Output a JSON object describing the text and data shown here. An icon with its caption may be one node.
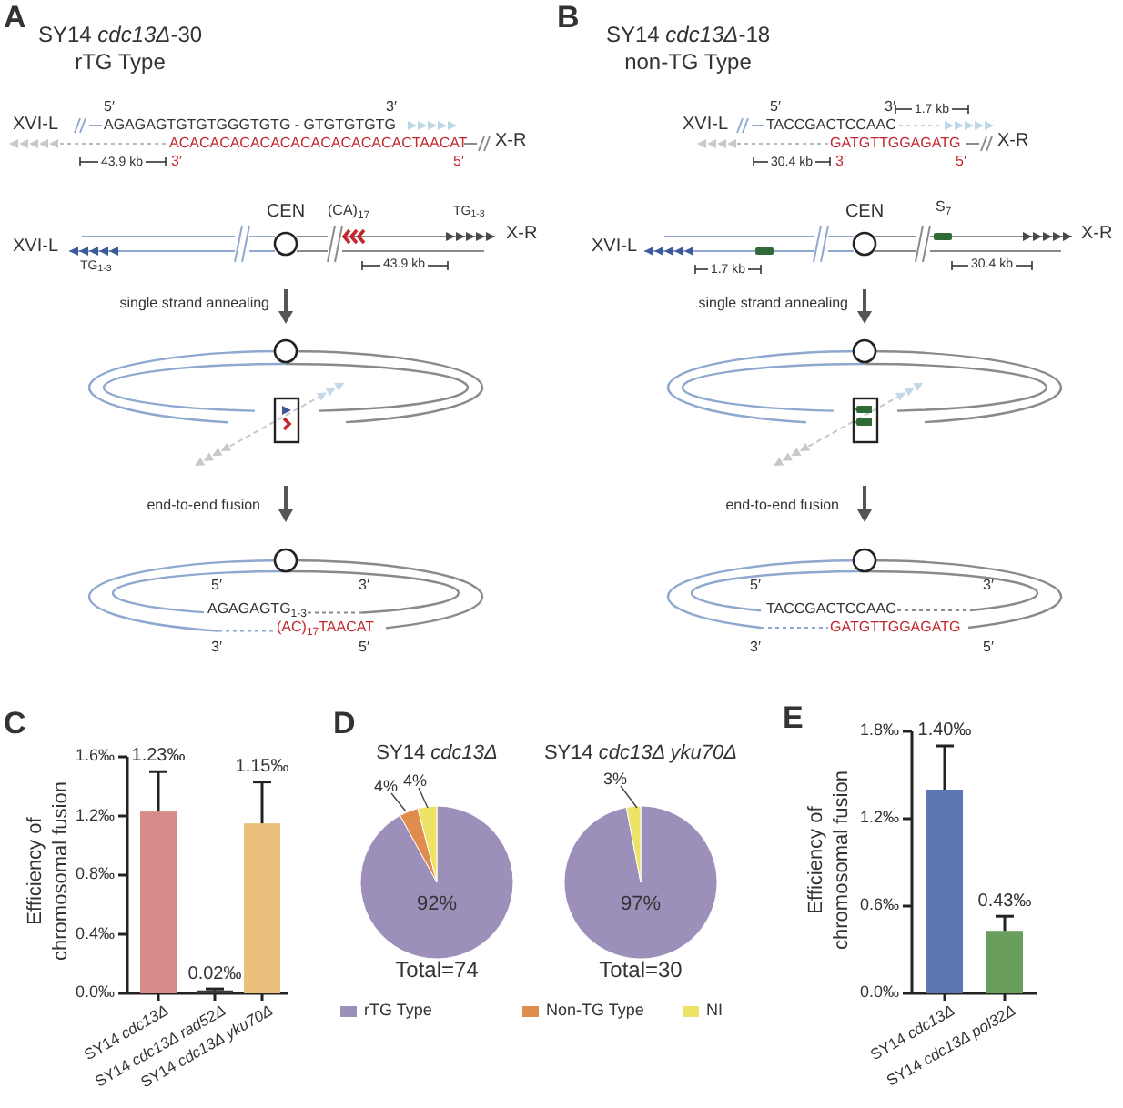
{
  "diagram": {
    "labels": [
      "A",
      "SY14 *cdc13Δ*-30",
      "rTG Type",
      "5′",
      "3′",
      "XVI-L",
      "AGAGAGTGTGTGGGTGTG - GTGTGTGTG",
      "ACACACACACACACACACACACACTAACAT",
      "X-R",
      "43.9 kb",
      "3′",
      "5′",
      "CEN",
      "(CA)$_{17}$",
      "TG$_{1-3}$",
      "XVI-L",
      "X-R",
      "TG$_{1-3}$",
      "43.9 kb",
      "single strand annealing",
      "end-to-end fusion",
      "5′",
      "3′",
      "AGAGAGTG$_{1-3}$",
      "(AC)$_{17}$TAACAT",
      "3′",
      "5′",
      "B",
      "SY14 *cdc13Δ*-18",
      "non-TG Type",
      "5′",
      "3′",
      "1.7 kb",
      "XVI-L",
      "TACCGACTCCAAC",
      "GATGTTGGAGATG",
      "X-R",
      "30.4 kb",
      "3′",
      "5′",
      "CEN",
      "S$_{7}$",
      "XVI-L",
      "X-R",
      "1.7 kb",
      "30.4 kb",
      "single strand annealing",
      "end-to-end fusion",
      "5′",
      "3′",
      "TACCGACTCCAAC",
      "GATGTTGGAGATG",
      "3′",
      "5′",
      "C",
      "D",
      "E"
    ],
    "legend": [
      {
        "text": "rTG Type",
        "color": "#9c90bb"
      },
      {
        "text": "Non-TG Type",
        "color": "#df8c4c"
      },
      {
        "text": "NI",
        "color": "#ede467"
      }
    ],
    "chart_data": [
      {
        "type": "bar",
        "ylabel": "Efficiency of chromosomal fusion",
        "categories": [
          "SY14 *cdc13Δ*",
          "SY14 *cdc13Δ rad52Δ*",
          "SY14 *cdc13Δ yku70Δ*"
        ],
        "values": [
          1.23,
          0.02,
          1.15
        ],
        "colors": [
          "#d68b88",
          "#3a3a3a",
          "#e9c17c"
        ],
        "errors": [
          0.27,
          0.01,
          0.28
        ],
        "ylim": [
          0,
          1.6
        ],
        "yticks": [
          {
            "value": 0,
            "label": "0.0‰"
          },
          {
            "value": 0.4,
            "label": "0.4‰"
          },
          {
            "value": 0.8,
            "label": "0.8‰"
          },
          {
            "value": 1.2,
            "label": "1.2‰"
          },
          {
            "value": 1.6,
            "label": "1.6‰"
          }
        ],
        "value_labels": [
          "1.23‰",
          "0.02‰",
          "1.15‰"
        ]
      },
      {
        "type": "pie",
        "title": "SY14 *cdc13Δ*",
        "values": [
          92,
          4,
          4
        ],
        "value_labels": [
          "92%",
          "4%",
          "4%"
        ],
        "annotations": [
          "Total=74"
        ]
      },
      {
        "type": "pie",
        "title": "SY14 *cdc13Δ yku70Δ*",
        "values": [
          97,
          0,
          3
        ],
        "value_labels": [
          "97%",
          null,
          "3%"
        ],
        "annotations": [
          "Total=30"
        ]
      },
      {
        "type": "bar",
        "ylabel": "Efficiency of chromosomal fusion",
        "categories": [
          "SY14 *cdc13Δ*",
          "SY14 *cdc13Δ pol32Δ*"
        ],
        "values": [
          1.4,
          0.43
        ],
        "colors": [
          "#5a77b1",
          "#6a9e5d"
        ],
        "errors": [
          0.3,
          0.1
        ],
        "ylim": [
          0,
          1.8
        ],
        "yticks": [
          {
            "value": 0,
            "label": "0.0‰"
          },
          {
            "value": 0.6,
            "label": "0.6‰"
          },
          {
            "value": 1.2,
            "label": "1.2‰"
          },
          {
            "value": 1.8,
            "label": "1.8‰"
          }
        ],
        "value_labels": [
          "1.40‰",
          "0.43‰"
        ]
      }
    ]
  }
}
